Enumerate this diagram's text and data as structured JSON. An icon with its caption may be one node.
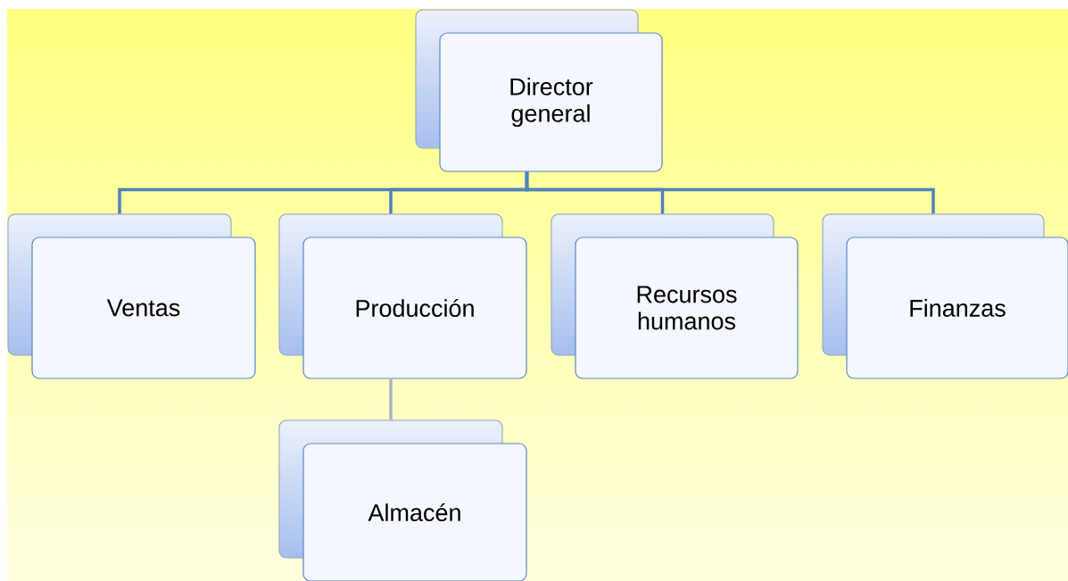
{
  "diagram": {
    "nodes": [
      {
        "text": [
          "Director general"
        ]
      },
      {
        "text": [
          "Ventas"
        ]
      },
      {
        "text": [
          "Producción"
        ]
      },
      {
        "text": [
          "Recursos humanos"
        ]
      },
      {
        "text": [
          "Finanzas"
        ]
      },
      {
        "text": [
          "Almacén"
        ]
      }
    ],
    "edges": [
      {
        "from": 0,
        "to": 1,
        "arrow": "none"
      },
      {
        "from": 0,
        "to": 2,
        "arrow": "none"
      },
      {
        "from": 0,
        "to": 3,
        "arrow": "none"
      },
      {
        "from": 0,
        "to": 4,
        "arrow": "none"
      },
      {
        "from": 2,
        "to": 5,
        "arrow": "none",
        "color": "#a6b4c8"
      }
    ]
  }
}
